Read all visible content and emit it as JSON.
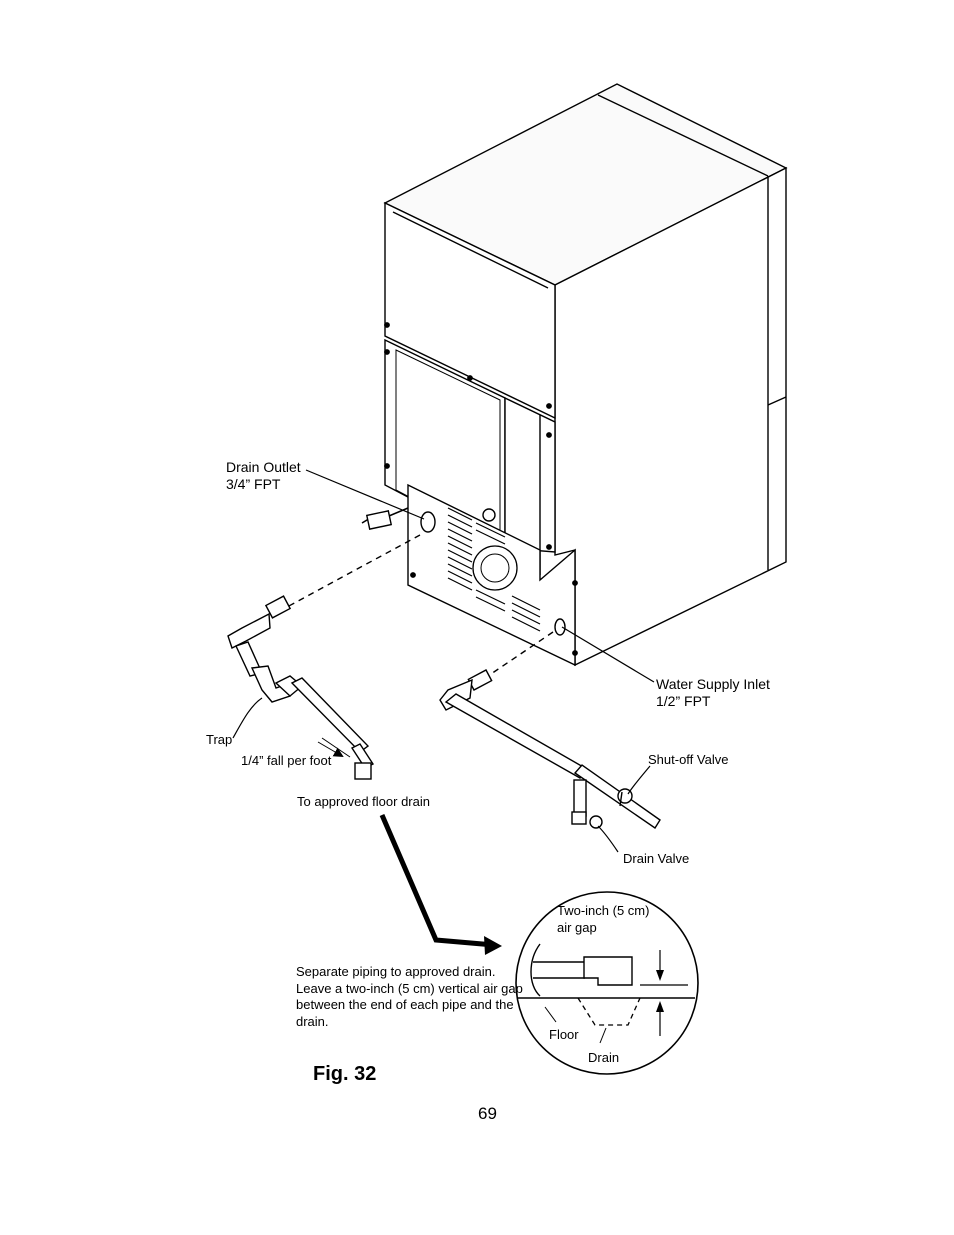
{
  "labels": {
    "drain_outlet": [
      "Drain Outlet",
      "3/4” FPT"
    ],
    "water_supply_inlet": [
      "Water Supply Inlet",
      "1/2” FPT"
    ],
    "trap": "Trap",
    "fall_per_foot": "1/4” fall per foot",
    "floor_drain": "To approved floor drain",
    "shutoff_valve": "Shut-off Valve",
    "drain_valve": "Drain Valve",
    "air_gap": [
      "Two-inch (5 cm)",
      "air gap"
    ],
    "floor": "Floor",
    "drain": "Drain",
    "separate_piping_note": "Separate piping to approved drain. Leave a two-inch (5 cm) vertical air gap between the end of each pipe and the drain."
  },
  "figure_label": "Fig. 32",
  "page_number": "69"
}
